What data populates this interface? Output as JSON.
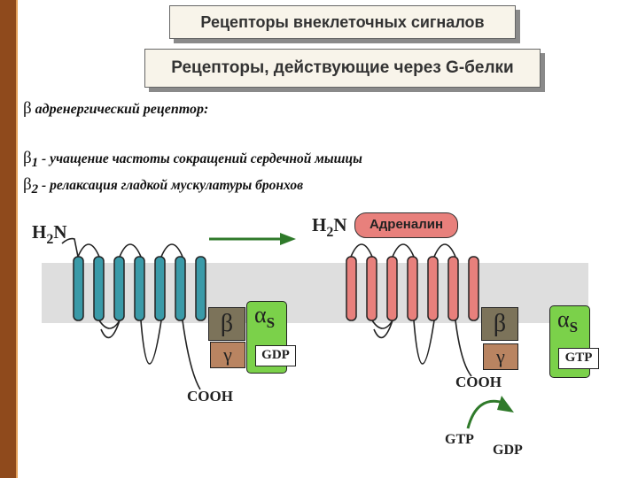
{
  "title": "Рецепторы внеклеточных сигналов",
  "subtitle": "Рецепторы, действующие через G-белки",
  "text": {
    "beta": "β",
    "receptor_line": "адренергический рецептор:",
    "b1_sub": "1",
    "b1_text": "- учащение частоты сокращений сердечной мышцы",
    "b2_sub": "2",
    "b2_text": "- релаксация гладкой мускулатуры бронхов"
  },
  "diagram": {
    "h": "H",
    "two": "2",
    "n": "N",
    "cooh": "COOH",
    "ligand": "Адреналин",
    "g_beta": "β",
    "g_gamma": "γ",
    "g_alpha": "α",
    "g_alpha_sub": "S",
    "gdp_bound": "GDP",
    "gtp_bound": "GTP",
    "gtp_in": "GTP",
    "gdp_out": "GDP"
  },
  "colors": {
    "left_bar": "#8f4a1c",
    "receptor_inactive": "#3a9aa8",
    "receptor_active": "#e8807c",
    "g_alpha": "#7bd14a",
    "g_beta": "#7c735a",
    "g_gamma": "#b98461",
    "arrow": "#2f7a2a",
    "membrane": "#dedede"
  }
}
